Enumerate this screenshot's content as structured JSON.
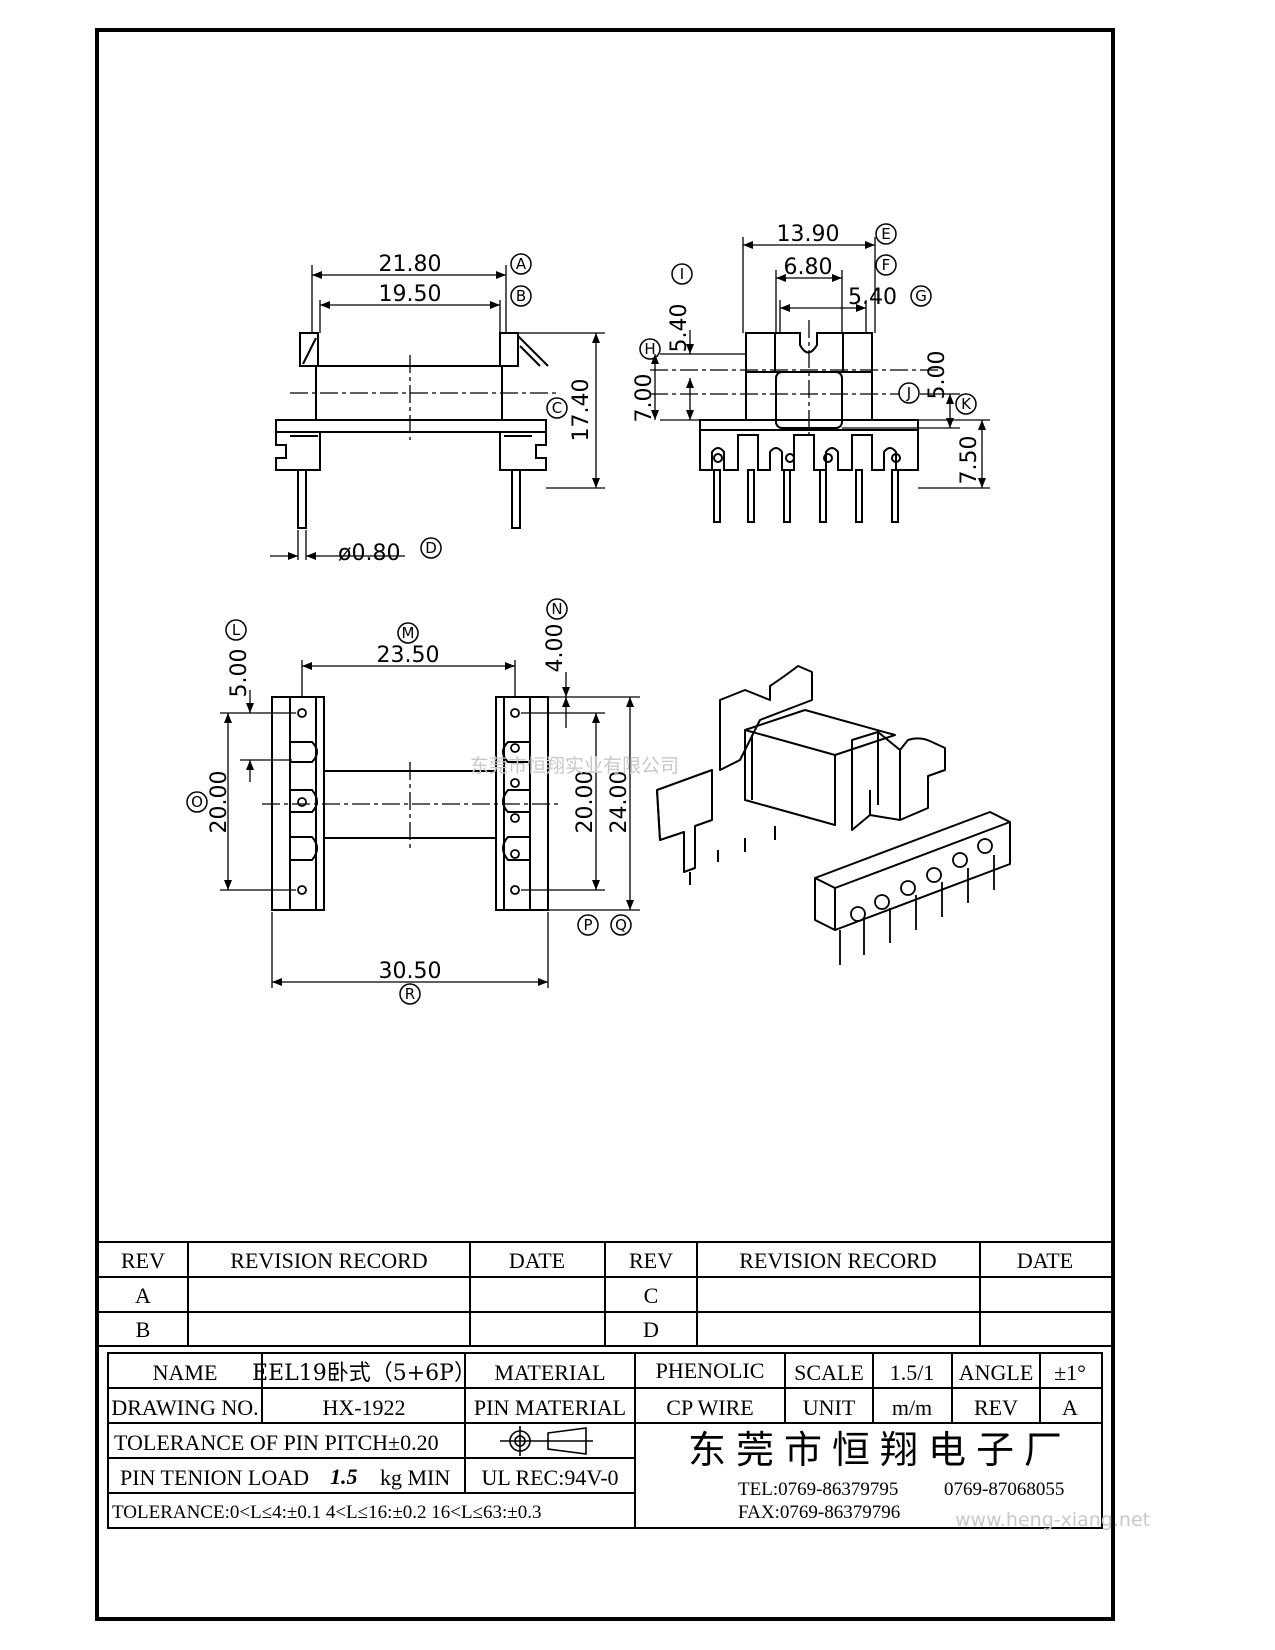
{
  "dimensions": {
    "a": "21.80",
    "b": "19.50",
    "c": "17.40",
    "d": "ø0.80",
    "e": "13.90",
    "f": "6.80",
    "g": "5.40",
    "i": "5.40",
    "h": "7.00",
    "j": "5.00",
    "k": "7.50",
    "l": "5.00",
    "m": "23.50",
    "n": "4.00",
    "o": "20.00",
    "p": "20.00",
    "q": "24.00",
    "r": "30.50"
  },
  "bubbles": {
    "a": "A",
    "b": "B",
    "c": "C",
    "d": "D",
    "e": "E",
    "f": "F",
    "g": "G",
    "h": "H",
    "i": "I",
    "j": "J",
    "k": "K",
    "l": "L",
    "m": "M",
    "n": "N",
    "o": "O",
    "p": "P",
    "q": "Q",
    "r": "R"
  },
  "watermark_center": "东莞市恒翔实业有限公司",
  "revision_table": {
    "headers": [
      "REV",
      "REVISION RECORD",
      "DATE",
      "REV",
      "REVISION RECORD",
      "DATE"
    ],
    "rows": [
      [
        "A",
        "",
        "",
        "C",
        "",
        ""
      ],
      [
        "B",
        "",
        "",
        "D",
        "",
        ""
      ]
    ]
  },
  "title_block": {
    "name_label": "NAME",
    "name_value": "EEL19卧式（5+6P）",
    "material_label": "MATERIAL",
    "material_value": "PHENOLIC",
    "scale_label": "SCALE",
    "scale_value": "1.5/1",
    "angle_label": "ANGLE",
    "angle_value": "±1°",
    "drawing_no_label": "DRAWING NO.",
    "drawing_no_value": "HX-1922",
    "pin_material_label": "PIN MATERIAL",
    "pin_material_value": "CP WIRE",
    "unit_label": "UNIT",
    "unit_value": "m/m",
    "rev_label": "REV",
    "rev_value": "A",
    "pin_pitch_tolerance": "TOLERANCE OF PIN PITCH±0.20",
    "pin_tension_label": "PIN TENION LOAD",
    "pin_tension_value": "1.5",
    "pin_tension_unit": "kg MIN",
    "ul_rec": "UL REC:94V-0",
    "tolerance_line": "TOLERANCE:0<L≤4:±0.1   4<L≤16:±0.2   16<L≤63:±0.3",
    "company": "东莞市恒翔电子厂",
    "tel": "TEL:0769-86379795",
    "tel2": "0769-87068055",
    "fax": "FAX:0769-86379796",
    "website": "www.heng-xiang.net"
  }
}
